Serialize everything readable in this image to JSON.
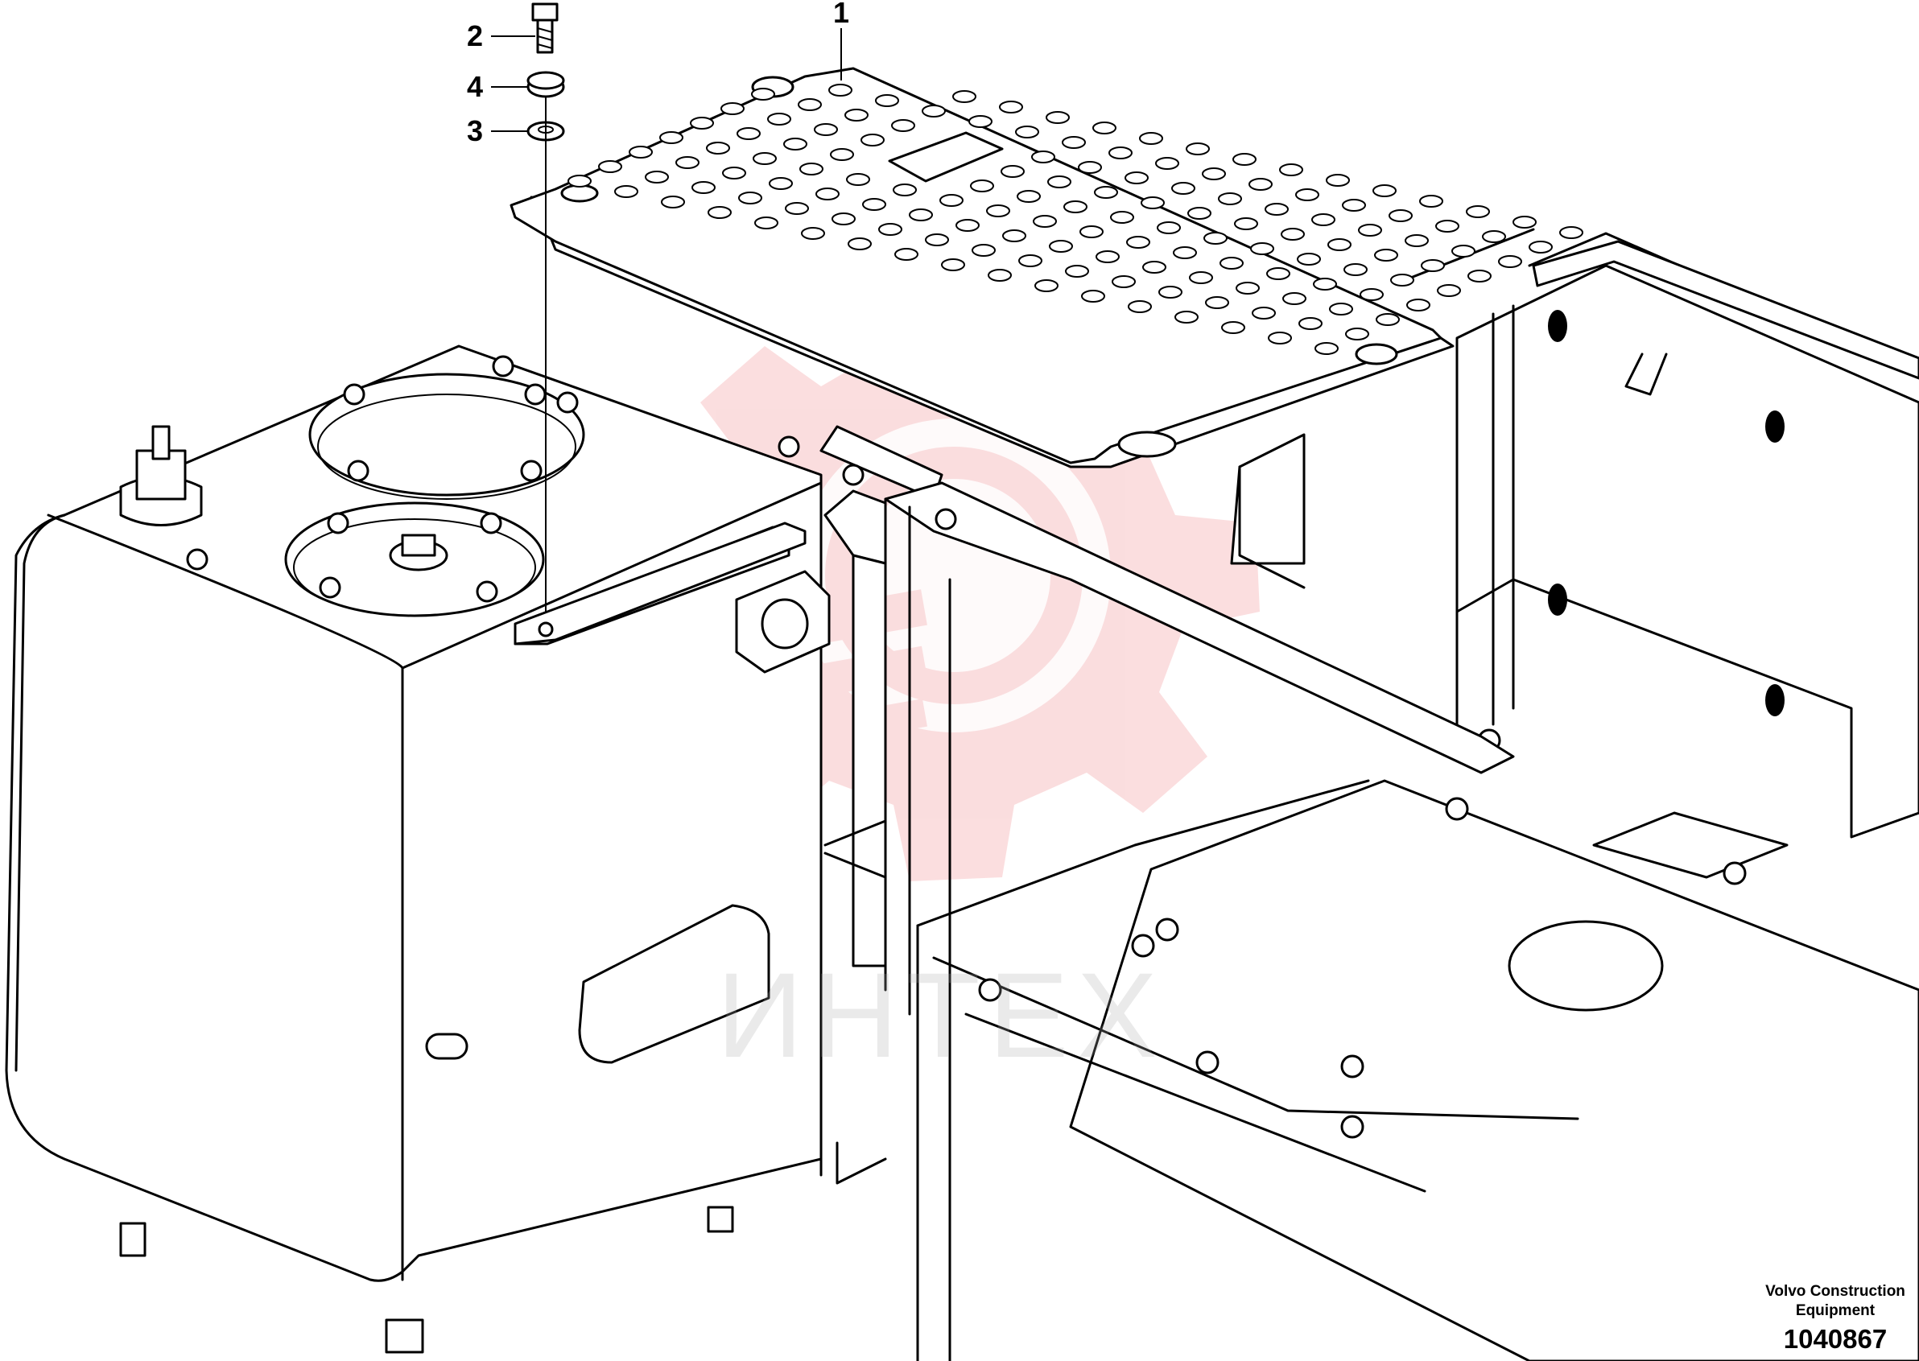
{
  "callouts": [
    {
      "number": "1",
      "part": "perforated cover plate"
    },
    {
      "number": "2",
      "part": "bolt"
    },
    {
      "number": "4",
      "part": "spacer washer"
    },
    {
      "number": "3",
      "part": "washer"
    }
  ],
  "footer": {
    "company_line1": "Volvo Construction",
    "company_line2": "Equipment",
    "document_number": "1040867"
  },
  "watermark": {
    "text": "ИНТЕХ",
    "color": "#f5b5b8"
  }
}
